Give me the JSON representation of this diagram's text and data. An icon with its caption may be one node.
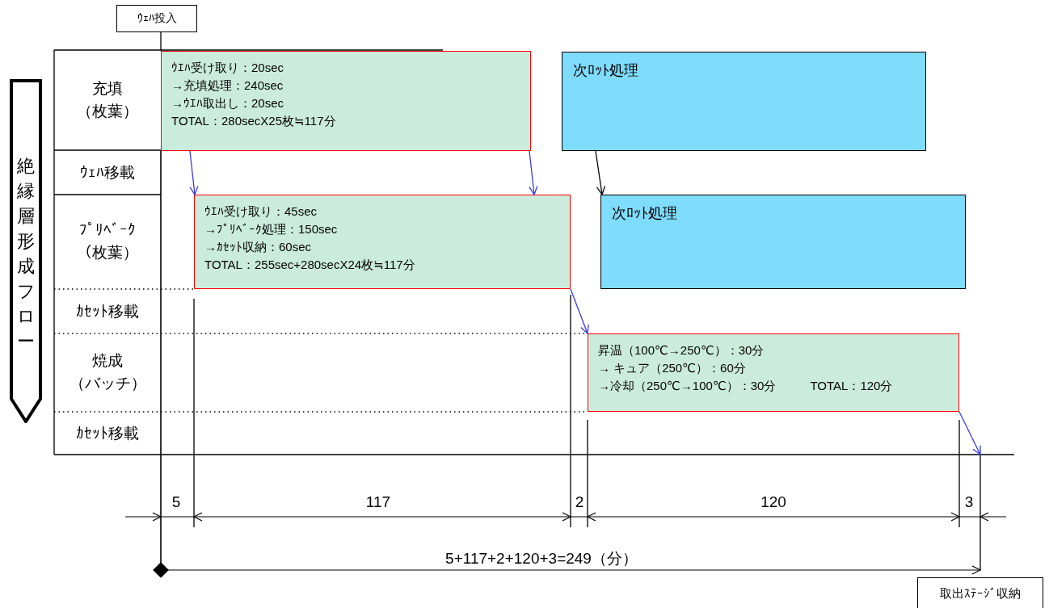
{
  "diagram": {
    "nodes": [
      {
        "text": [
          "ｳｪﾊ投入"
        ]
      },
      {
        "text": [
          "絶縁層形成フロー"
        ]
      },
      {
        "text": [
          "ｳｴﾊ受け取り：20sec",
          "→充填処理：240sec",
          "→ｳｴﾊ取出し：20sec",
          "TOTAL：280secX25枚≒117分"
        ]
      },
      {
        "text": [
          "ｳｴﾊ受け取り：45sec",
          "→ﾌﾟﾘﾍﾞｰｸ処理：150sec",
          "→ｶｾｯﾄ収納：60sec",
          "TOTAL：255sec+280secX24枚≒117分"
        ]
      },
      {
        "text": [
          "次ﾛｯﾄ処理"
        ]
      },
      {
        "text": [
          "次ﾛｯﾄ処理"
        ]
      },
      {
        "text": [
          "昇温（100℃→250℃）：30分",
          "→ キュア（250℃）：60分",
          "→冷却（250℃→100℃）：30分",
          "TOTAL：120分"
        ]
      },
      {
        "text": [
          "取出ｽﾃｰｼﾞ収納"
        ]
      }
    ],
    "edges": [
      {
        "from": 2,
        "to": 3,
        "arrow": "to"
      },
      {
        "from": 2,
        "to": 3,
        "arrow": "to"
      },
      {
        "from": 3,
        "to": 6,
        "arrow": "to"
      },
      {
        "from": 4,
        "to": 5,
        "arrow": "to",
        "color": "#000000"
      },
      {
        "from": 6,
        "to": null,
        "arrow": "to"
      },
      {
        "from": 0,
        "to": 2,
        "arrow": "none",
        "color": "#000000"
      }
    ],
    "labels": [
      "充填（枚葉）",
      "ｳｪﾊ移載",
      "ﾌﾟﾘﾍﾞｰｸ（枚葉）",
      "ｶｾｯﾄ移載",
      "焼成（バッチ）",
      "ｶｾｯﾄ移載",
      "5",
      "117",
      "2",
      "120",
      "3",
      "5+117+2+120+3=249（分）"
    ]
  }
}
